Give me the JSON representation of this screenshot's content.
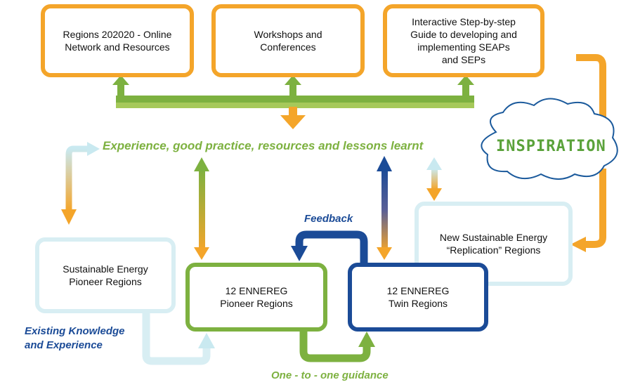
{
  "boxes": {
    "online_network": "Regions 202020 - Online\nNetwork and Resources",
    "workshops": "Workshops and\nConferences",
    "step_guide": "Interactive Step-by-step\nGuide to developing and\nimplementing SEAPs\nand SEPs",
    "sustainable_pioneer": "Sustainable Energy\nPioneer Regions",
    "ennereg_pioneer": "12 ENNEREG\nPioneer Regions",
    "ennereg_twin": "12 ENNEREG\nTwin Regions",
    "replication": "New Sustainable Energy\n“Replication” Regions"
  },
  "labels": {
    "experience": "Experience, good practice, resources and lessons learnt",
    "inspiration": "INSPIRATION",
    "feedback": "Feedback",
    "existing_knowledge": "Existing Knowledge\nand Experience",
    "one_to_one": "One - to - one guidance"
  },
  "colors": {
    "orange": "#f4a52a",
    "green": "#7db140",
    "blue": "#1b4b97",
    "pale_blue": "#d8eef3"
  }
}
